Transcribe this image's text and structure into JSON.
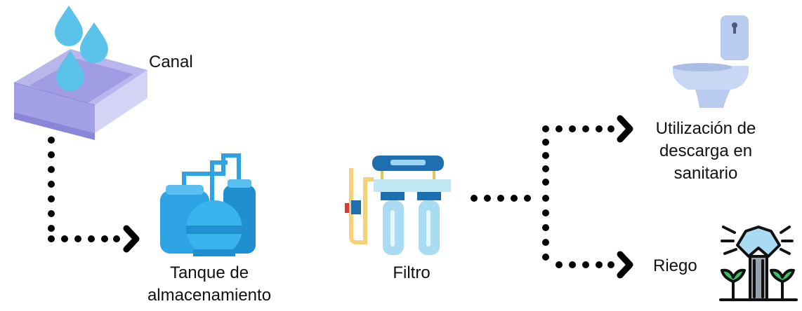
{
  "labels": {
    "canal": "Canal",
    "tank_line1": "Tanque de",
    "tank_line2": "almacenamiento",
    "filter": "Filtro",
    "toilet_line1": "Utilización de",
    "toilet_line2": "descarga en",
    "toilet_line3": "sanitario",
    "irrigation": "Riego"
  },
  "colors": {
    "water_drop": "#5bc3ea",
    "canal": "#b8b6ec",
    "tank": "#2ea3e3",
    "filter_cartridge": "#a9dbf2",
    "toilet": "#b9ccef",
    "arrow": "#000000"
  },
  "icons": [
    "water-drop-icon",
    "canal-icon",
    "storage-tank-icon",
    "water-filter-icon",
    "toilet-icon",
    "sprinkler-icon"
  ]
}
